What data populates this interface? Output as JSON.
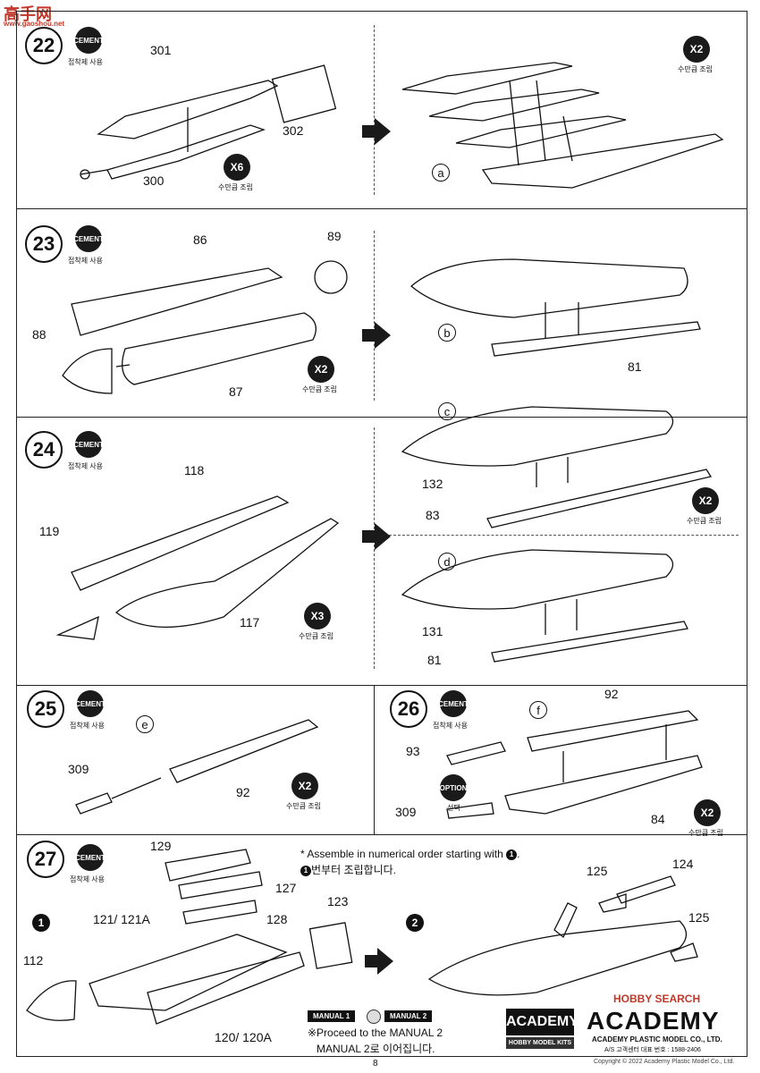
{
  "watermark_top": "高手网",
  "watermark_top_sub": "www.gaoshou.net",
  "watermark_bottom": "HOBBY SEARCH",
  "badges": {
    "cement": "CEMENT",
    "cement_caption": "접착제 사용",
    "option": "OPTION",
    "option_caption": "선택",
    "qty_caption": "수만큼 조립"
  },
  "steps": [
    {
      "number": "22",
      "qty": "X6",
      "qty2": "X2",
      "parts": [
        "301",
        "302",
        "300"
      ],
      "sub": "a"
    },
    {
      "number": "23",
      "qty": "X2",
      "parts": [
        "86",
        "89",
        "88",
        "87",
        "81"
      ],
      "sub": "b"
    },
    {
      "number": "24",
      "qty": "X3",
      "qty2": "X2",
      "parts": [
        "118",
        "119",
        "117",
        "132",
        "83",
        "131",
        "81"
      ],
      "subs": [
        "c",
        "d"
      ]
    },
    {
      "number": "25",
      "qty": "X2",
      "parts": [
        "309",
        "92"
      ],
      "sub": "e"
    },
    {
      "number": "26",
      "qty": "X2",
      "parts": [
        "92",
        "93",
        "309",
        "84"
      ],
      "sub": "f"
    },
    {
      "number": "27",
      "parts": [
        "129",
        "127",
        "128",
        "121/ 121A",
        "112",
        "123",
        "120/ 120A",
        "125",
        "124",
        "125"
      ]
    }
  ],
  "step27_markers": [
    "1",
    "2"
  ],
  "assembly_note_en": "* Assemble in numerical order starting with",
  "assembly_note_en_end": ".",
  "assembly_note_marker": "1",
  "assembly_note_ko": "번부터 조립합니다.",
  "manual": {
    "label1": "MANUAL 1",
    "label2": "MANUAL 2",
    "proceed_en": "※Proceed to the MANUAL 2",
    "proceed_ko": "MANUAL 2로 이어집니다."
  },
  "footer": {
    "academy_logo": "ACADEMY",
    "hobby_kits": "HOBBY MODEL KITS",
    "brand": "ACADEMY",
    "company": "ACADEMY PLASTIC MODEL CO., LTD.",
    "service": "A/S 고객센터 대표 번호 : 1588-2406",
    "copyright": "Copyright © 2022 Academy Plastic Model Co., Ltd.",
    "page_number": "8"
  }
}
